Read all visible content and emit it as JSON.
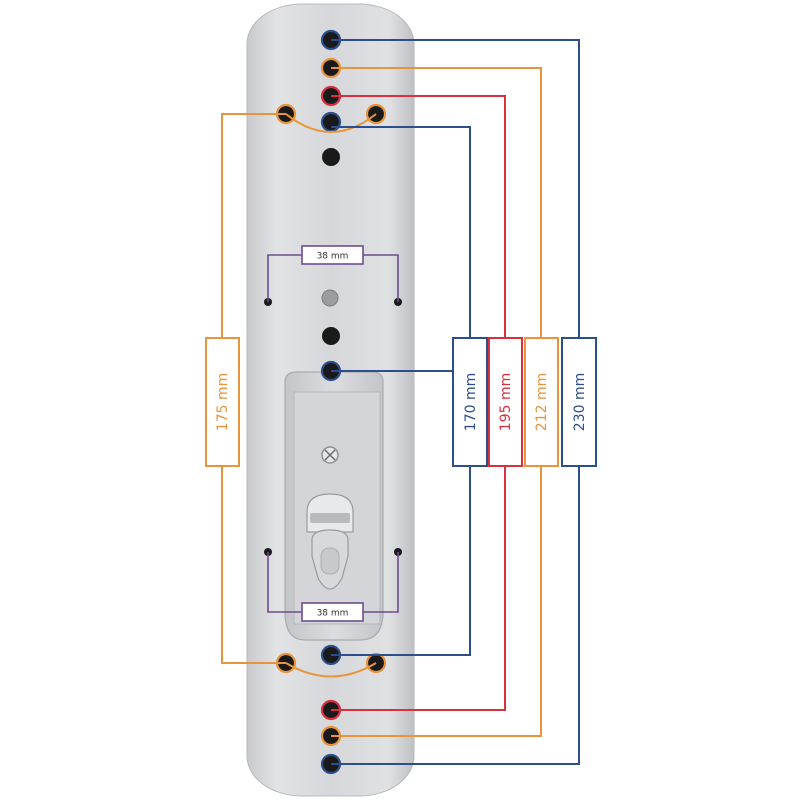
{
  "diagram": {
    "dimensions": [
      {
        "label": "175 mm",
        "color": "#e8943a"
      },
      {
        "label": "170 mm",
        "color": "#2c4f8c"
      },
      {
        "label": "195 mm",
        "color": "#d9303f"
      },
      {
        "label": "212 mm",
        "color": "#e8943a"
      },
      {
        "label": "230 mm",
        "color": "#2c4f8c"
      }
    ],
    "spacing_top": {
      "label": "38 mm",
      "color": "#6d4c8e"
    },
    "spacing_bottom": {
      "label": "38 mm",
      "color": "#6d4c8e"
    },
    "colors": {
      "plate": "#d9dadc",
      "plate_edge": "#b8b9bc",
      "hole": "#1a1a1a",
      "orange": "#e8943a",
      "red": "#d9303f",
      "blue": "#2c4f8c",
      "purple": "#6d4c8e"
    }
  }
}
